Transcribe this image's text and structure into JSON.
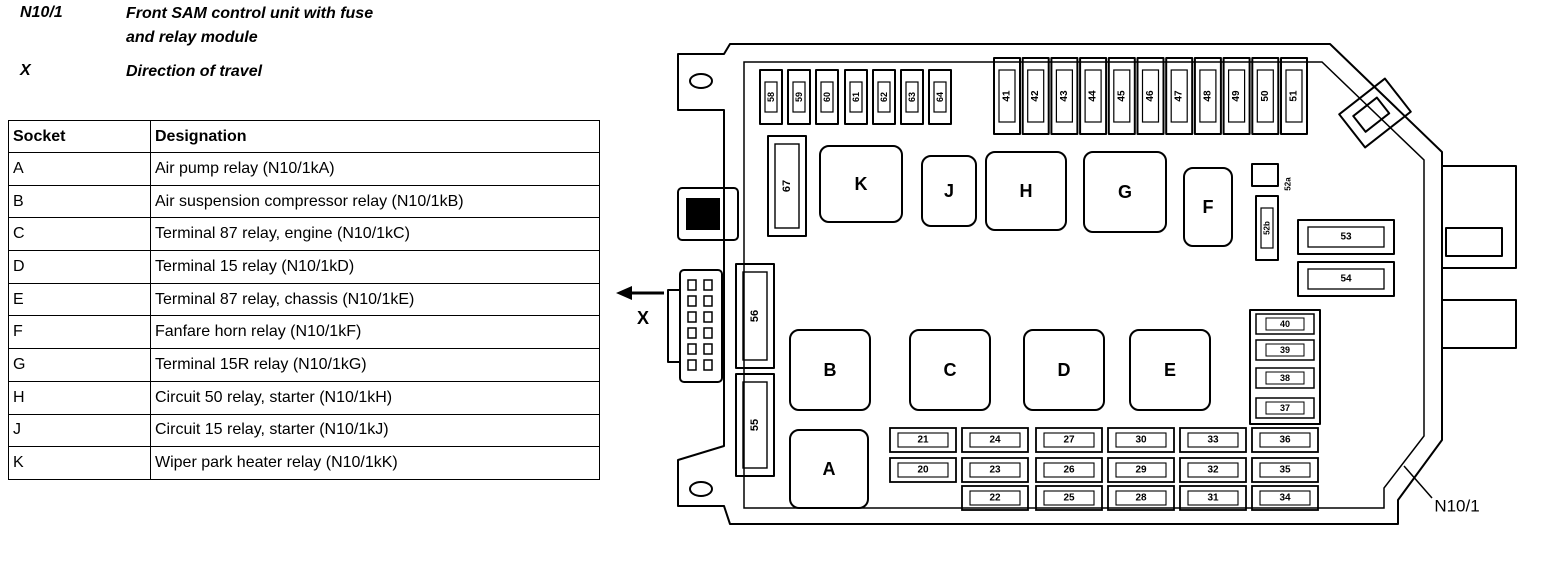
{
  "legend": [
    {
      "code": "N10/1",
      "desc_lines": [
        "Front SAM control unit with fuse",
        "and relay module"
      ]
    },
    {
      "code": "X",
      "desc_lines": [
        "Direction of travel"
      ]
    }
  ],
  "table": {
    "headers": [
      "Socket",
      "Designation"
    ],
    "rows": [
      [
        "A",
        "Air pump relay (N10/1kA)"
      ],
      [
        "B",
        "Air suspension compressor relay (N10/1kB)"
      ],
      [
        "C",
        "Terminal 87 relay, engine (N10/1kC)"
      ],
      [
        "D",
        "Terminal 15 relay (N10/1kD)"
      ],
      [
        "E",
        "Terminal 87 relay, chassis (N10/1kE)"
      ],
      [
        "F",
        "Fanfare horn relay (N10/1kF)"
      ],
      [
        "G",
        "Terminal 15R relay (N10/1kG)"
      ],
      [
        "H",
        "Circuit 50 relay, starter (N10/1kH)"
      ],
      [
        "J",
        "Circuit 15 relay, starter (N10/1kJ)"
      ],
      [
        "K",
        "Wiper park heater relay (N10/1kK)"
      ]
    ]
  },
  "diagram": {
    "relays": [
      "K",
      "J",
      "H",
      "G",
      "F",
      "B",
      "C",
      "D",
      "E",
      "A"
    ],
    "top_small_fuses": [
      "58",
      "59",
      "60",
      "61",
      "62",
      "63",
      "64"
    ],
    "top_large_fuses": [
      "41",
      "42",
      "43",
      "44",
      "45",
      "46",
      "47",
      "48",
      "49",
      "50",
      "51"
    ],
    "vertical_fuses": [
      "67",
      "56",
      "55"
    ],
    "right_fuses": [
      "52a",
      "52b",
      "53",
      "54"
    ],
    "right_column_fuses": [
      "40",
      "39",
      "38",
      "37"
    ],
    "grid_row1": [
      "21",
      "24",
      "27",
      "30",
      "33",
      "36"
    ],
    "grid_row2": [
      "20",
      "23",
      "26",
      "29",
      "32",
      "35"
    ],
    "grid_row3": [
      "22",
      "25",
      "28",
      "31",
      "34"
    ],
    "direction_label": "X",
    "unit_label": "N10/1"
  }
}
